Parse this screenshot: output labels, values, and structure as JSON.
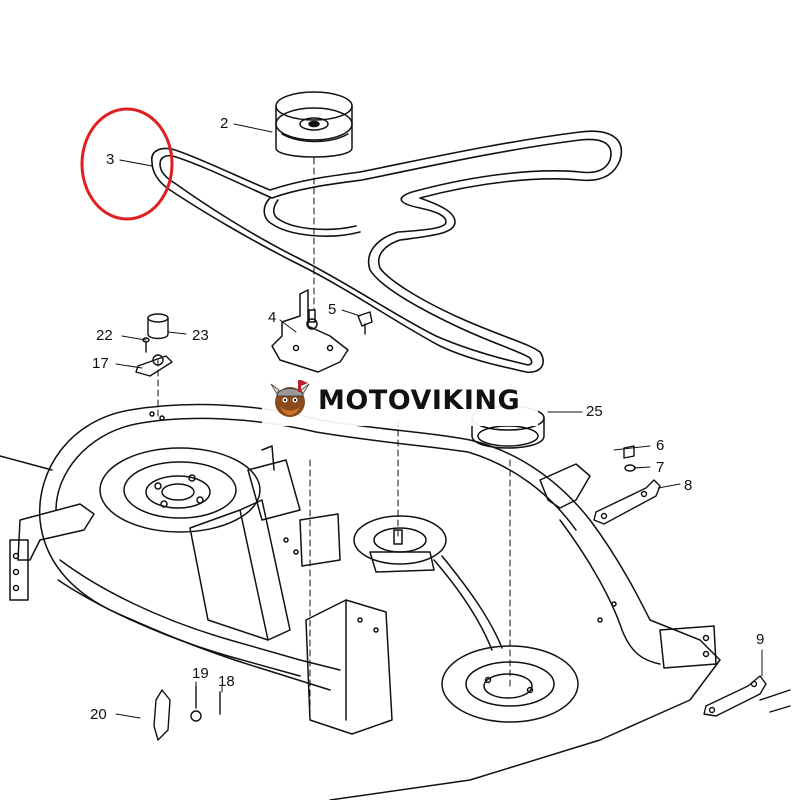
{
  "diagram": {
    "callouts": [
      {
        "id": "c2",
        "text": "2"
      },
      {
        "id": "c3",
        "text": "3"
      },
      {
        "id": "c4",
        "text": "4"
      },
      {
        "id": "c5",
        "text": "5"
      },
      {
        "id": "c6",
        "text": "6"
      },
      {
        "id": "c7",
        "text": "7"
      },
      {
        "id": "c8",
        "text": "8"
      },
      {
        "id": "c9",
        "text": "9"
      },
      {
        "id": "c17",
        "text": "17"
      },
      {
        "id": "c18",
        "text": "18"
      },
      {
        "id": "c19",
        "text": "19"
      },
      {
        "id": "c20",
        "text": "20"
      },
      {
        "id": "c22",
        "text": "22"
      },
      {
        "id": "c23",
        "text": "23"
      },
      {
        "id": "c25",
        "text": "25"
      }
    ],
    "highlight": {
      "target": "3",
      "color": "#e02020"
    }
  },
  "watermark": {
    "text": "MOTOVIKING",
    "logo_icon": "viking-mascot-icon"
  },
  "colors": {
    "line": "#111111",
    "highlight": "#e02020",
    "background": "#ffffff"
  }
}
